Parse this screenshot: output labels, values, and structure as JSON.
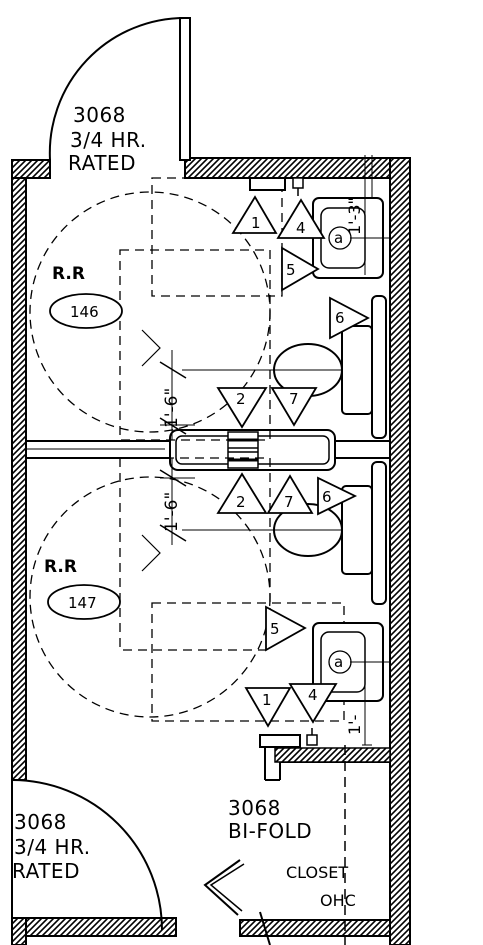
{
  "doors": {
    "top": {
      "line1": "3068",
      "line2": "3/4 HR.",
      "line3": "RATED"
    },
    "bottom": {
      "line1": "3068",
      "line2": "3/4 HR.",
      "line3": "RATED"
    },
    "bifold": {
      "line1": "3068",
      "line2": "BI-FOLD"
    }
  },
  "rooms": {
    "upper": {
      "name": "R.R",
      "number": "146"
    },
    "lower": {
      "name": "R.R",
      "number": "147"
    },
    "closet": {
      "line1": "CLOSET",
      "line2": "OHC"
    }
  },
  "keynotes": {
    "upper": [
      "1",
      "4",
      "5",
      "6",
      "2",
      "7"
    ],
    "lower": [
      "2",
      "7",
      "6",
      "5",
      "1",
      "4"
    ]
  },
  "fixture_tags": {
    "lav_upper": "a",
    "lav_lower": "a"
  },
  "dimensions": {
    "upper": "1'-6\"",
    "lower": "1'-6\"",
    "lav_upper": "1'-3\"",
    "lav_lower": "1'-"
  }
}
